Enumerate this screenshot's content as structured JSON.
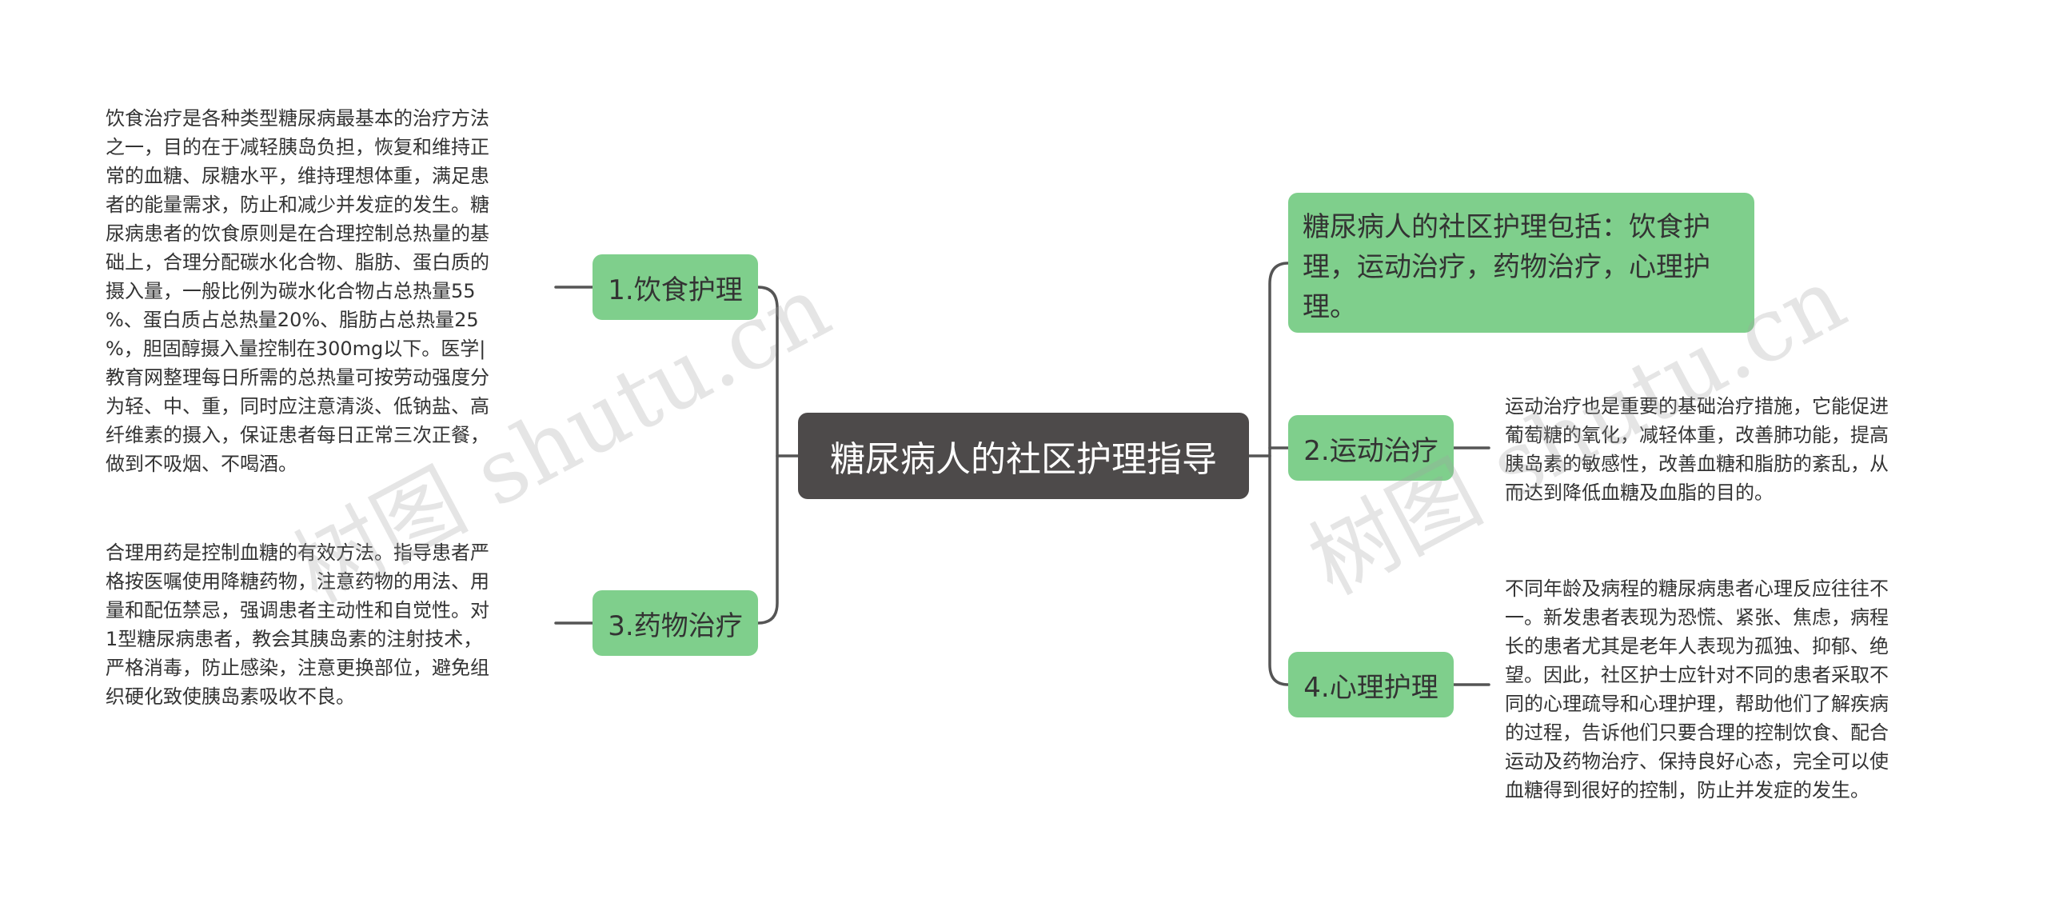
{
  "root": {
    "label": "糖尿病人的社区护理指导"
  },
  "summary": {
    "label": "糖尿病人的社区护理包括：饮食护理，运动治疗，药物治疗，心理护理。"
  },
  "branches": [
    {
      "label": "1.饮食护理",
      "detail": "饮食治疗是各种类型糖尿病最基本的治疗方法\n之一，目的在于减轻胰岛负担，恢复和维持正\n常的血糖、尿糖水平，维持理想体重，满足患\n者的能量需求，防止和减少并发症的发生。糖\n尿病患者的饮食原则是在合理控制总热量的基\n础上，合理分配碳水化合物、脂肪、蛋白质的\n摄入量，一般比例为碳水化合物占总热量55\n%、蛋白质占总热量20%、脂肪占总热量25\n%，胆固醇摄入量控制在300mg以下。医学|\n教育网整理每日所需的总热量可按劳动强度分\n为轻、中、重，同时应注意清淡、低钠盐、高\n纤维素的摄入，保证患者每日正常三次正餐，\n做到不吸烟、不喝酒。"
    },
    {
      "label": "2.运动治疗",
      "detail": "运动治疗也是重要的基础治疗措施，它能促进\n葡萄糖的氧化，减轻体重，改善肺功能，提高\n胰岛素的敏感性，改善血糖和脂肪的紊乱，从\n而达到降低血糖及血脂的目的。"
    },
    {
      "label": "3.药物治疗",
      "detail": "合理用药是控制血糖的有效方法。指导患者严\n格按医嘱使用降糖药物，注意药物的用法、用\n量和配伍禁忌，强调患者主动性和自觉性。对\n1型糖尿病患者，教会其胰岛素的注射技术，\n严格消毒，防止感染，注意更换部位，避免组\n织硬化致使胰岛素吸收不良。"
    },
    {
      "label": "4.心理护理",
      "detail": "不同年龄及病程的糖尿病患者心理反应往往不\n一。新发患者表现为恐慌、紧张、焦虑，病程\n长的患者尤其是老年人表现为孤独、抑郁、绝\n望。因此，社区护士应针对不同的患者采取不\n同的心理疏导和心理护理，帮助他们了解疾病\n的过程，告诉他们只要合理的控制饮食、配合\n运动及药物治疗、保持良好心态，完全可以使\n血糖得到很好的控制，防止并发症的发生。"
    }
  ],
  "watermark": {
    "text": "树图 shutu.cn"
  },
  "colors": {
    "root_bg": "#4d4a4a",
    "topic_bg": "#7fcf8c",
    "line": "#555555"
  }
}
